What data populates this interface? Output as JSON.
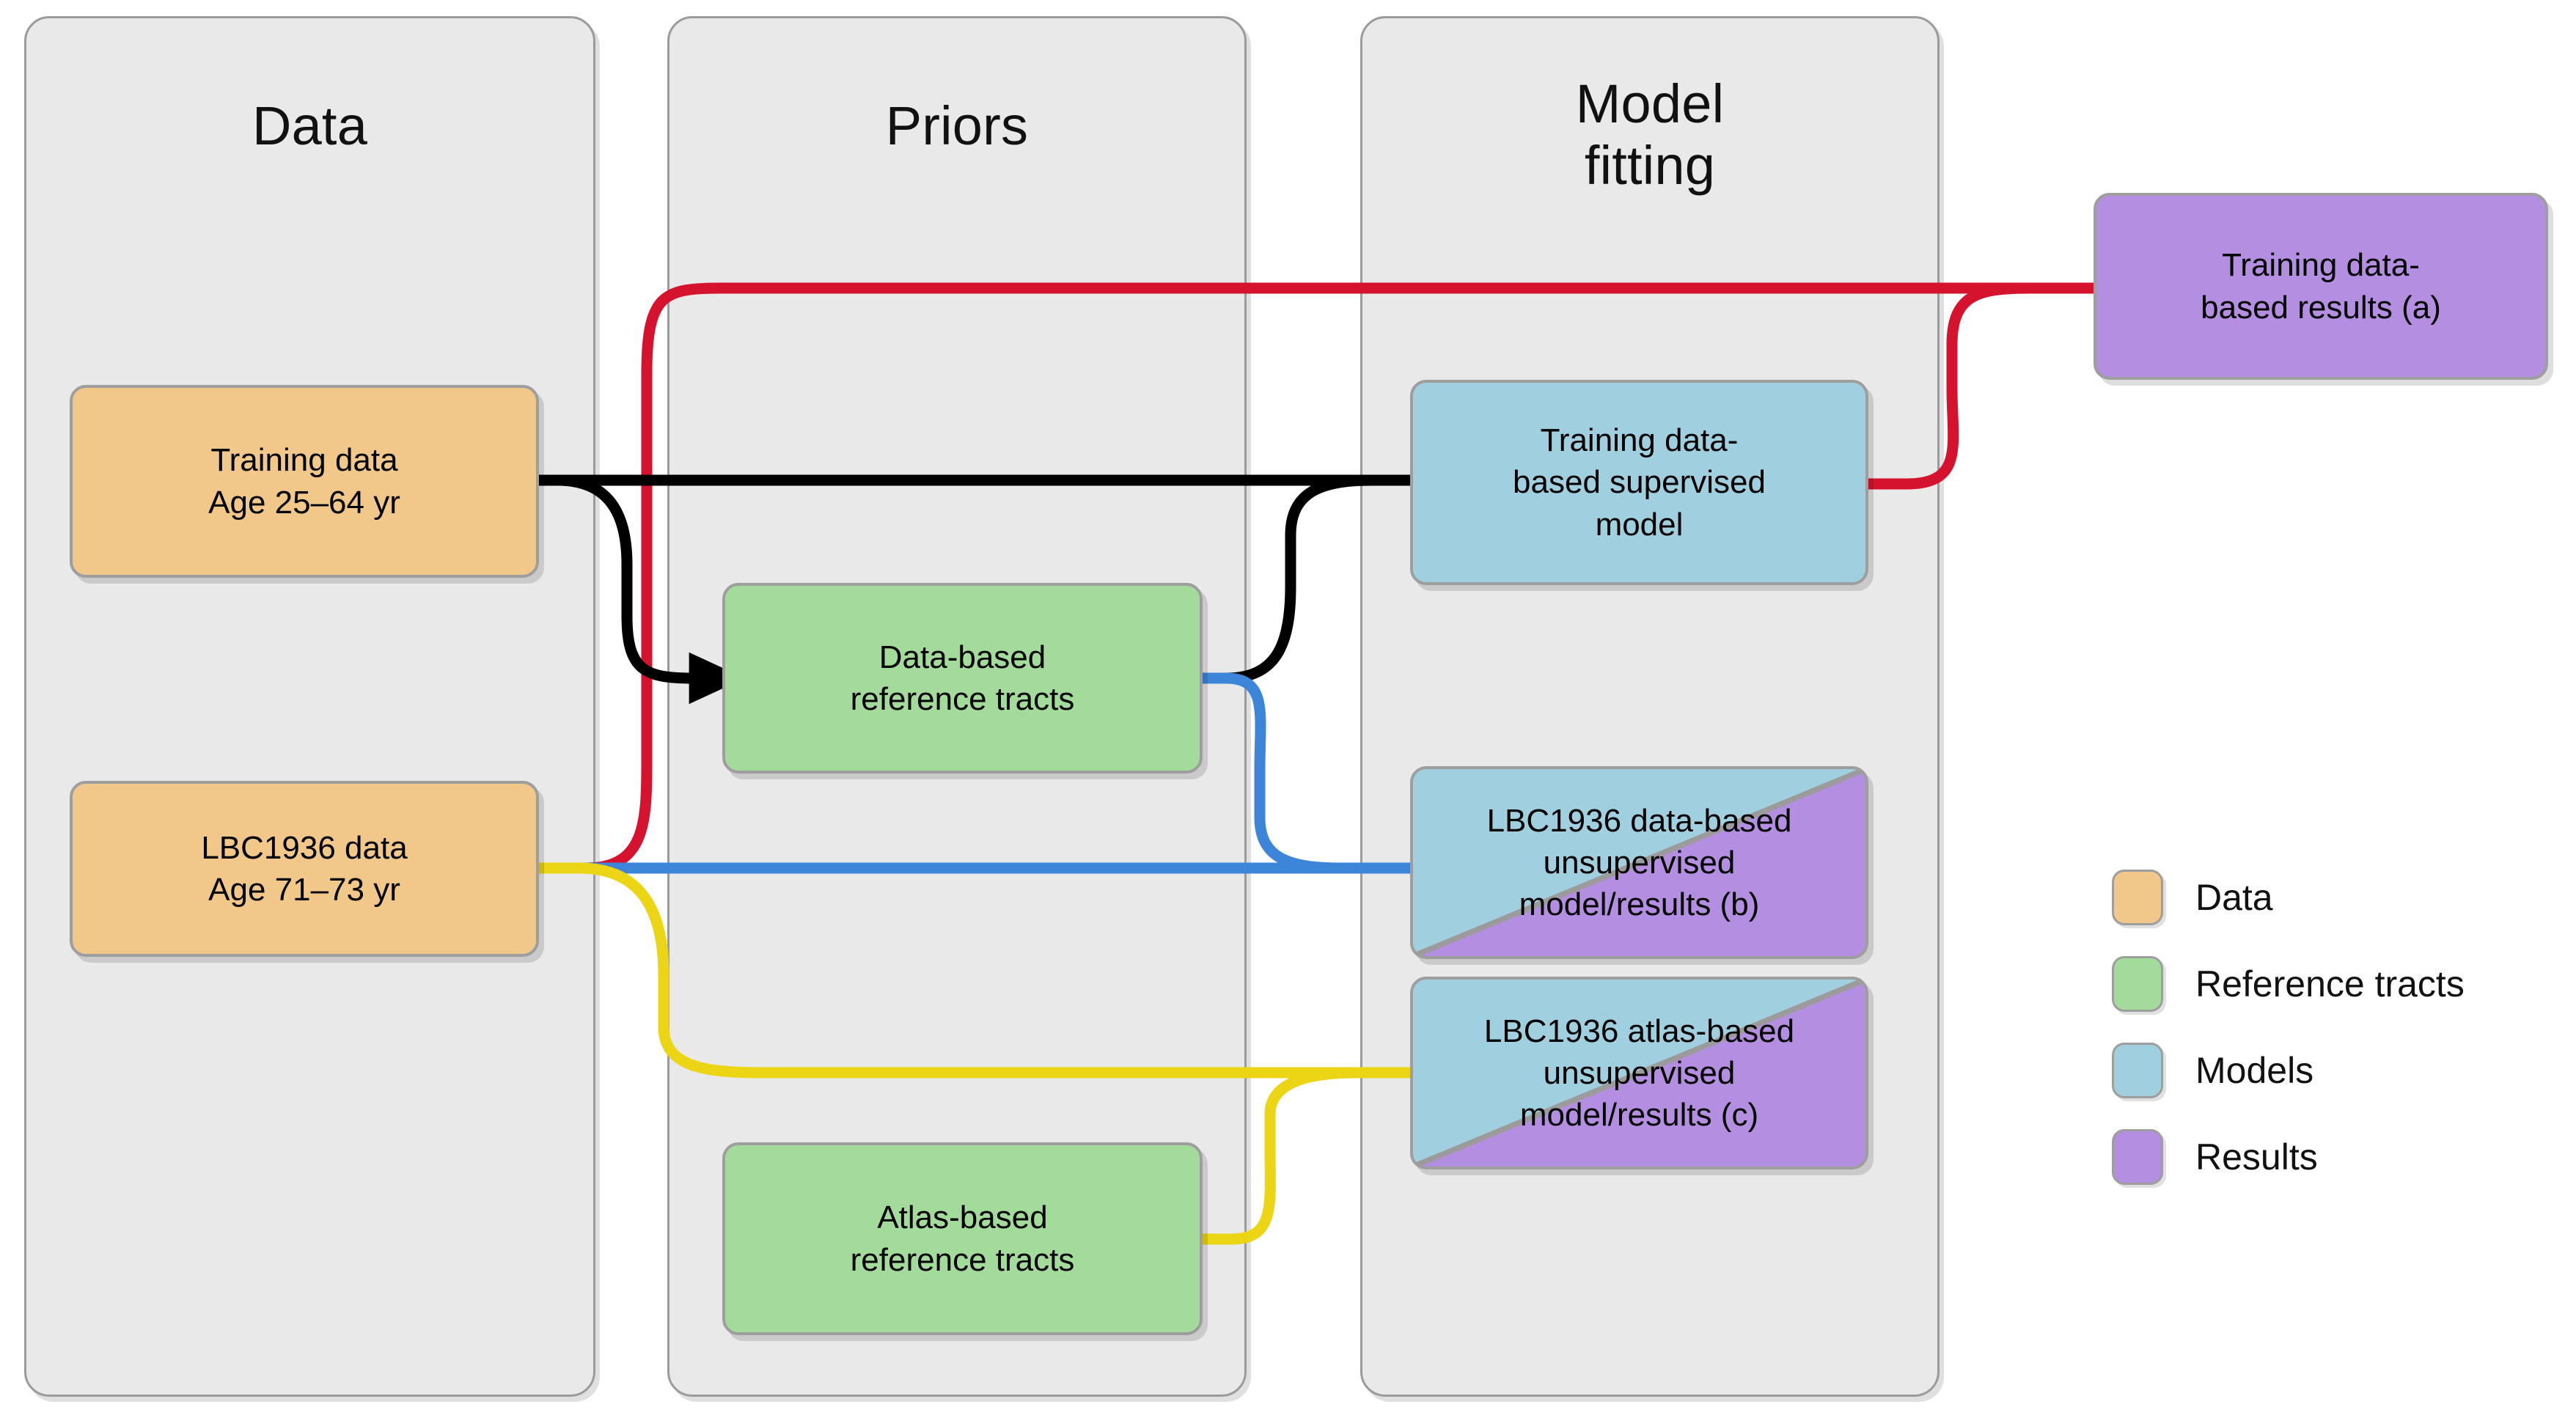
{
  "figure": {
    "type": "flowchart",
    "title": "Study design flowchart: data, priors, model fitting and results"
  },
  "columns": [
    {
      "id": "data",
      "title": "Data"
    },
    {
      "id": "priors",
      "title": "Priors"
    },
    {
      "id": "fitting",
      "title": "Model\nfitting",
      "title_line1": "Model",
      "title_line2": "fitting"
    }
  ],
  "nodes": {
    "training_data": {
      "line1": "Training data",
      "line2": "Age 25–64 yr",
      "category": "Data",
      "color": "#f1c889"
    },
    "lbc1936_data": {
      "line1": "LBC1936 data",
      "line2": "Age 71–73 yr",
      "category": "Data",
      "color": "#f1c889"
    },
    "data_based_tracts": {
      "line1": "Data-based",
      "line2": "reference tracts",
      "category": "Reference tracts",
      "color": "#a3dc9a"
    },
    "atlas_based_tracts": {
      "line1": "Atlas-based",
      "line2": "reference tracts",
      "category": "Reference tracts",
      "color": "#a3dc9a"
    },
    "supervised_model": {
      "line1": "Training data-",
      "line2": "based supervised",
      "line3": "model",
      "category": "Models",
      "color": "#a0cfdf"
    },
    "lbc_data_model": {
      "line1": "LBC1936 data-based",
      "line2": "unsupervised",
      "line3": "model/results (b)",
      "category": "Models/Results",
      "color": "#a0cfdf",
      "color2": "#b48ee0"
    },
    "lbc_atlas_model": {
      "line1": "LBC1936 atlas-based",
      "line2": "unsupervised",
      "line3": "model/results (c)",
      "category": "Models/Results",
      "color": "#a0cfdf",
      "color2": "#b48ee0"
    },
    "training_results": {
      "line1": "Training data-",
      "line2": "based results (a)",
      "category": "Results",
      "color": "#b48ee0"
    }
  },
  "edges": [
    {
      "id": "e1",
      "from": "training_data",
      "to": "supervised_model",
      "color": "#000000",
      "label": ""
    },
    {
      "id": "e2",
      "from": "training_data",
      "to": "data_based_tracts",
      "color": "#000000",
      "label": ""
    },
    {
      "id": "e3",
      "from": "data_based_tracts",
      "to": "supervised_model",
      "color": "#000000",
      "label": ""
    },
    {
      "id": "e4",
      "from": "lbc1936_data",
      "to": "training_results",
      "color": "#d6132e",
      "label": ""
    },
    {
      "id": "e5",
      "from": "supervised_model",
      "to": "training_results",
      "color": "#d6132e",
      "label": ""
    },
    {
      "id": "e6",
      "from": "lbc1936_data",
      "to": "lbc_data_model",
      "color": "#3d85d8",
      "label": ""
    },
    {
      "id": "e7",
      "from": "data_based_tracts",
      "to": "lbc_data_model",
      "color": "#3d85d8",
      "label": ""
    },
    {
      "id": "e8",
      "from": "lbc1936_data",
      "to": "lbc_atlas_model",
      "color": "#ecd514",
      "label": ""
    },
    {
      "id": "e9",
      "from": "atlas_based_tracts",
      "to": "lbc_atlas_model",
      "color": "#ecd514",
      "label": ""
    }
  ],
  "legend": {
    "items": [
      {
        "label": "Data",
        "color": "#f1c889"
      },
      {
        "label": "Reference tracts",
        "color": "#a3dc9a"
      },
      {
        "label": "Models",
        "color": "#a0cfdf"
      },
      {
        "label": "Results",
        "color": "#b48ee0"
      }
    ]
  },
  "palette": {
    "panel_fill": "#e9e9e9",
    "panel_border": "#9b9b9b",
    "node_border": "#9e9e9e",
    "arrow_black": "#000000",
    "arrow_red": "#d6132e",
    "arrow_blue": "#3d85d8",
    "arrow_yellow": "#ecd514",
    "background": "#ffffff"
  }
}
